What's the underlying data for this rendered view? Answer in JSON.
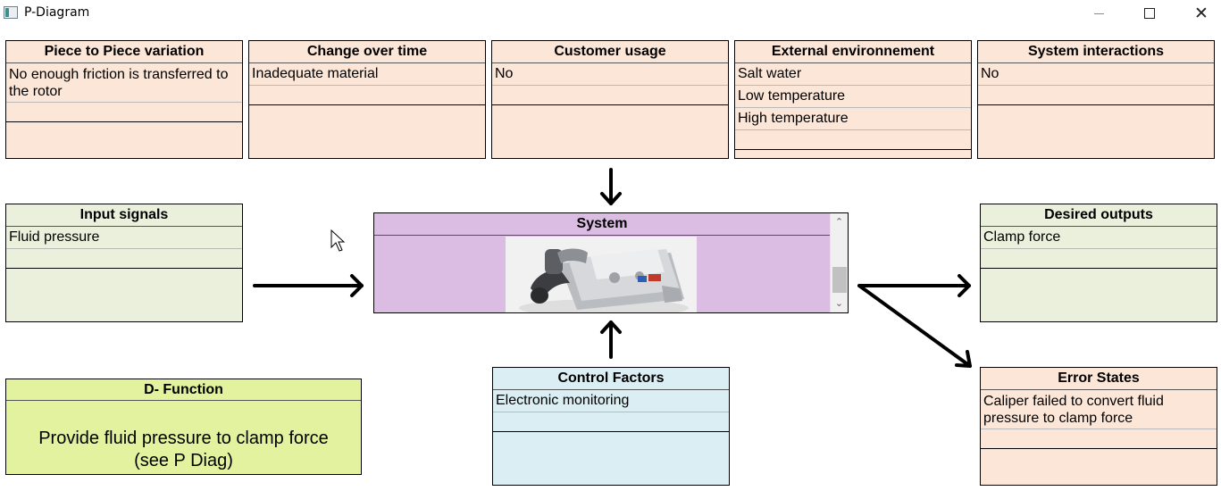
{
  "window": {
    "title": "P-Diagram",
    "minimize_label": "",
    "maximize_label": "",
    "close_label": "✕"
  },
  "noise_factors": {
    "piece_to_piece": {
      "title": "Piece to Piece variation",
      "items": [
        "No enough friction is transferred to the rotor"
      ]
    },
    "change_over_time": {
      "title": "Change over time",
      "items": [
        "Inadequate material"
      ]
    },
    "customer_usage": {
      "title": "Customer usage",
      "items": [
        "No"
      ]
    },
    "external_environment": {
      "title": "External environnement",
      "items": [
        "Salt water",
        "Low temperature",
        "High temperature"
      ]
    },
    "system_interactions": {
      "title": "System interactions",
      "items": [
        "No"
      ]
    }
  },
  "input_signals": {
    "title": "Input signals",
    "items": [
      "Fluid pressure"
    ]
  },
  "system": {
    "title": "System",
    "image_alt": "brake caliper photo"
  },
  "desired_outputs": {
    "title": "Desired outputs",
    "items": [
      "Clamp force"
    ]
  },
  "control_factors": {
    "title": "Control Factors",
    "items": [
      "Electronic monitoring"
    ]
  },
  "error_states": {
    "title": "Error States",
    "items": [
      "Caliper failed to convert fluid pressure to clamp force"
    ]
  },
  "d_function": {
    "title": "D- Function",
    "text_line1": "Provide fluid pressure to clamp force",
    "text_line2": "(see P Diag)"
  },
  "colors": {
    "noise_bg": "#fce6d7",
    "input_bg": "#ebf0dd",
    "system_bg": "#dbbde4",
    "control_bg": "#daeef3",
    "dfunction_bg": "#e3f29e"
  },
  "icons": {
    "app": "p-diagram-app-icon",
    "minimize": "minimize-icon",
    "maximize": "maximize-icon",
    "close": "close-icon",
    "scroll_up": "chevron-up-icon",
    "scroll_down": "chevron-down-icon",
    "cursor": "mouse-pointer-icon"
  }
}
